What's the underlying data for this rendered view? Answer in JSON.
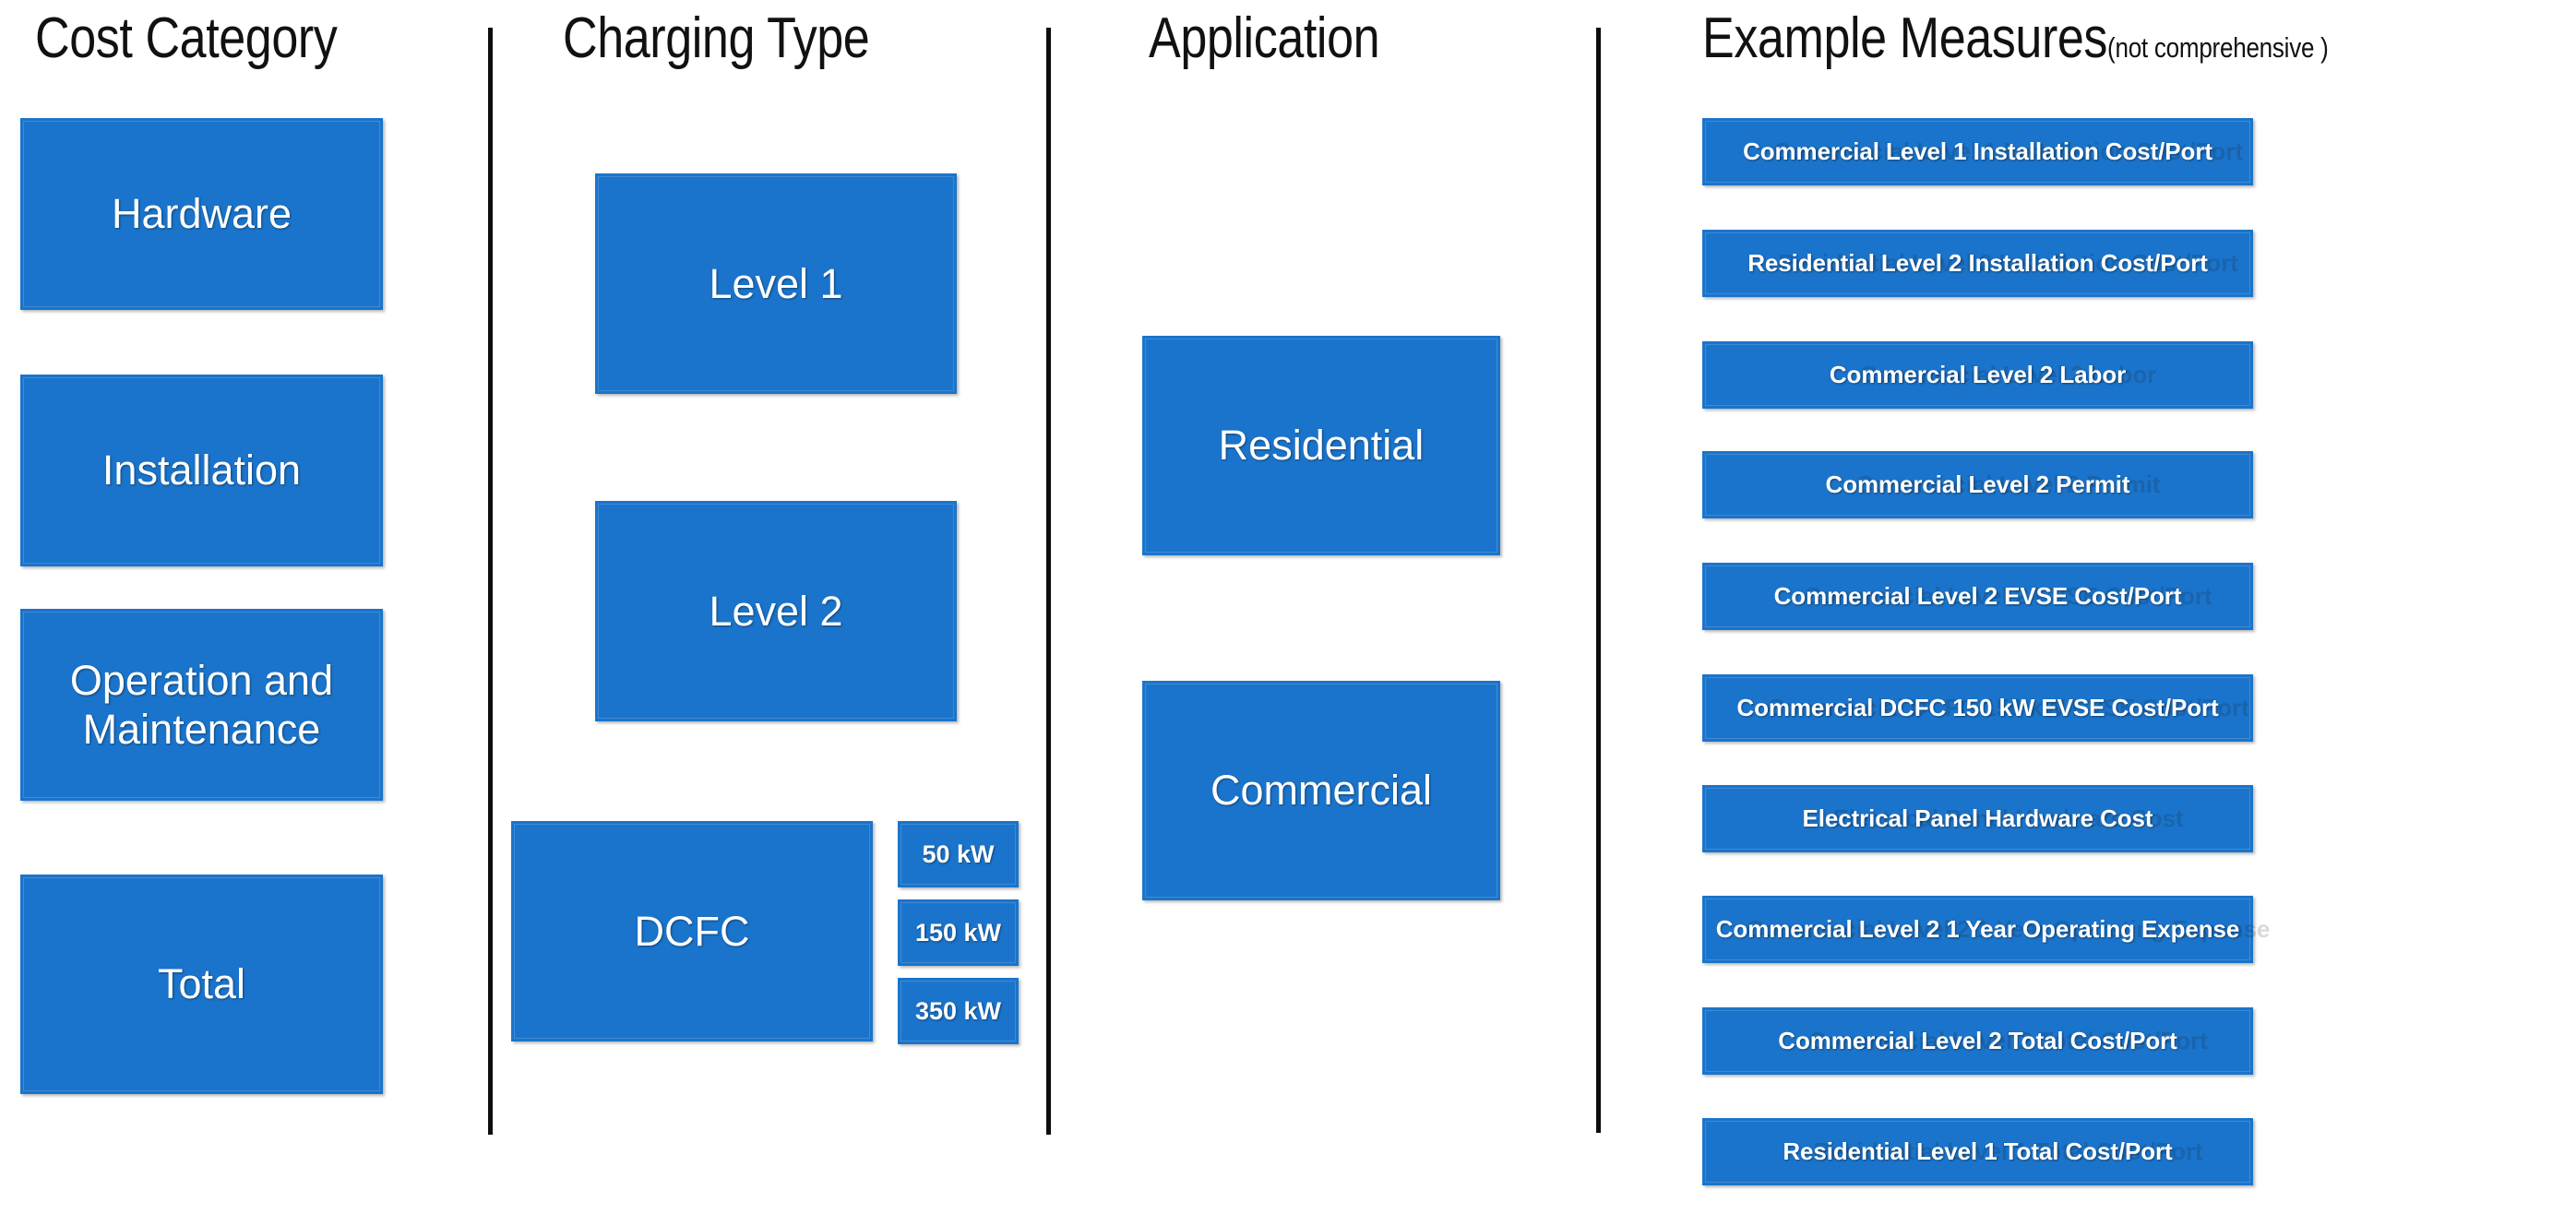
{
  "diagram": {
    "title": "EV Charging Cost Taxonomy",
    "accent_color": "#1B74CB",
    "divider_color": "#0D0D0D",
    "text_on_box_color": "#FFFFFF"
  },
  "columns": [
    {
      "id": "cost-category",
      "header": "Cost Category",
      "items": [
        "Hardware",
        "Installation",
        "Operation and Maintenance",
        "Total"
      ]
    },
    {
      "id": "charging-type",
      "header": "Charging Type",
      "items": [
        "Level 1",
        "Level 2",
        "DCFC"
      ],
      "dcfc_power_levels": [
        "50 kW",
        "150 kW",
        "350 kW"
      ]
    },
    {
      "id": "application",
      "header": "Application",
      "items": [
        "Residential",
        "Commercial"
      ]
    },
    {
      "id": "example-measures",
      "header": "Example Measures",
      "header_note": "(not comprehensive )",
      "items": [
        "Commercial Level 1 Installation Cost/Port",
        "Residential Level 2 Installation Cost/Port",
        "Commercial Level 2 Labor",
        "Commercial Level 2 Permit",
        "Commercial Level 2 EVSE Cost/Port",
        "Commercial DCFC 150 kW EVSE Cost/Port",
        "Electrical Panel Hardware Cost",
        "Commercial Level 2 1 Year Operating Expense",
        "Commercial Level 2 Total Cost/Port",
        "Residential Level 1 Total Cost/Port"
      ]
    }
  ]
}
